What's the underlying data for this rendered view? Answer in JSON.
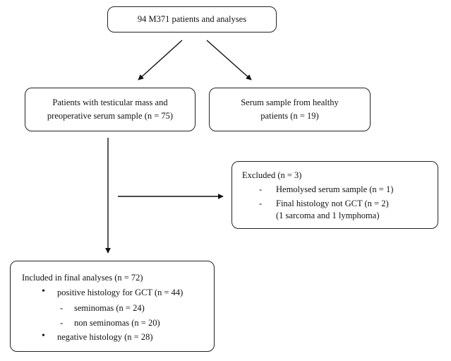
{
  "top": {
    "text": "94 M371 patients and analyses"
  },
  "patients_box": {
    "line1": "Patients with testicular mass and",
    "line2": "preoperative serum sample (n = 75)"
  },
  "healthy_box": {
    "line1": "Serum sample from healthy",
    "line2": "patients (n = 19)"
  },
  "excluded": {
    "title": "Excluded (n = 3)",
    "items": [
      {
        "marker": "-",
        "text": "Hemolysed serum sample (n = 1)"
      },
      {
        "marker": "-",
        "text": "Final histology not GCT (n = 2)"
      }
    ],
    "note": "(1 sarcoma and 1 lymphoma)"
  },
  "included": {
    "title": "Included in final analyses (n = 72)",
    "positive": {
      "marker": "•",
      "text": "positive histology for GCT (n = 44)",
      "sub": [
        {
          "marker": "-",
          "text": "seminomas (n = 24)"
        },
        {
          "marker": "-",
          "text": "non seminomas (n = 20)"
        }
      ]
    },
    "negative": {
      "marker": "•",
      "text": "negative histology (n = 28)"
    }
  }
}
